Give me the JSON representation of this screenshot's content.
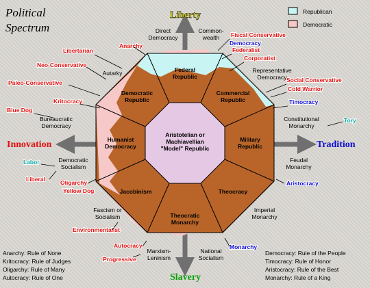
{
  "title": [
    "Political",
    "Spectrum"
  ],
  "legend": [
    {
      "label": "Republican",
      "color": "#c8f4f4"
    },
    {
      "label": "Democratic",
      "color": "#f6c8c8"
    }
  ],
  "axes": {
    "top": "Liberty",
    "bottom": "Slavery",
    "left": "Innovation",
    "right": "Tradition",
    "top_color": "#c8c800",
    "bottom_color": "#10a010",
    "left_color": "#e01010",
    "right_color": "#1010d0"
  },
  "center": [
    "Aristotelian or",
    "Machiavellian",
    "\"Model\" Republic"
  ],
  "inner_segments": [
    [
      "Federal",
      "Republic"
    ],
    [
      "Commercial",
      "Republic"
    ],
    [
      "Military",
      "Republic"
    ],
    [
      "Theocracy"
    ],
    [
      "Theocratic",
      "Monarchy"
    ],
    [
      "Jacobinism"
    ],
    [
      "Humanist",
      "Democracy"
    ],
    [
      "Democratic",
      "Republic"
    ]
  ],
  "outer_labels": [
    [
      "Direct",
      "Democracy"
    ],
    [
      "Common-",
      "wealth"
    ],
    [
      "Representative",
      "Democracy"
    ],
    [
      "Constitutional",
      "Monarchy"
    ],
    [
      "Feudal",
      "Monarchy"
    ],
    [
      "Imperial",
      "Monarchy"
    ],
    [
      "National",
      "Socialism"
    ],
    [
      "Marxism-",
      "Leninism"
    ],
    [
      "Fascism or",
      "Socialism"
    ],
    [
      "Democratic",
      "Socialism"
    ],
    [
      "Bureaucratic",
      "Democracy"
    ],
    [
      "Autarky"
    ]
  ],
  "red_labels": [
    "Fiscal Conservative",
    "Federalist",
    "Corporatist",
    "Social Conservative",
    "Cold Warrior",
    "Anarchy",
    "Libertarian",
    "Neo-Conservative",
    "Paleo-Conservative",
    "Kritocracy",
    "Blue Dog",
    "Liberal",
    "Oligarchy",
    "Yellow Dog",
    "Environmentalist",
    "Autocracy",
    "Progressive"
  ],
  "blue_labels": [
    "Democracy",
    "Timocracy",
    "Aristocracy",
    "Monarchy"
  ],
  "teal_labels": [
    "Tory",
    "Labor"
  ],
  "definitions_left": [
    "Anarchy: Rule of None",
    "Kritocracy: Rule of Judges",
    "Oligarchy: Rule of Many",
    "Autocracy: Rule of One"
  ],
  "definitions_right": [
    "Democracy: Rule of the People",
    "Timocracy: Rule of Honor",
    "Aristocracy: Rule of the Best",
    "Monarchy: Rule of a King"
  ]
}
